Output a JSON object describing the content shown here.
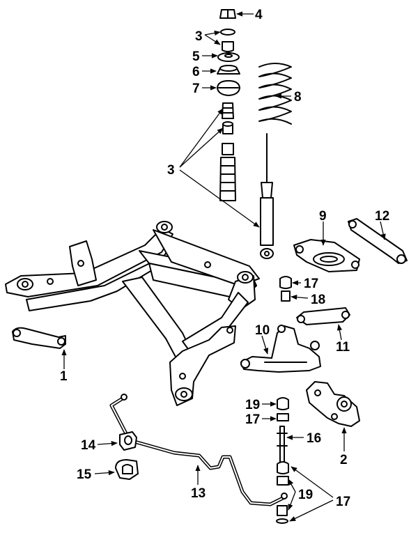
{
  "diagram": {
    "callouts": {
      "c1": "1",
      "c2": "2",
      "c3a": "3",
      "c3b": "3",
      "c4": "4",
      "c5": "5",
      "c6": "6",
      "c7": "7",
      "c8": "8",
      "c9": "9",
      "c10": "10",
      "c11": "11",
      "c12": "12",
      "c13": "13",
      "c14": "14",
      "c15": "15",
      "c16": "16",
      "c17a": "17",
      "c17b": "17",
      "c17c": "17",
      "c18": "18",
      "c19a": "19",
      "c19b": "19"
    },
    "colors": {
      "ink": "#000000",
      "paper": "#ffffff"
    }
  }
}
